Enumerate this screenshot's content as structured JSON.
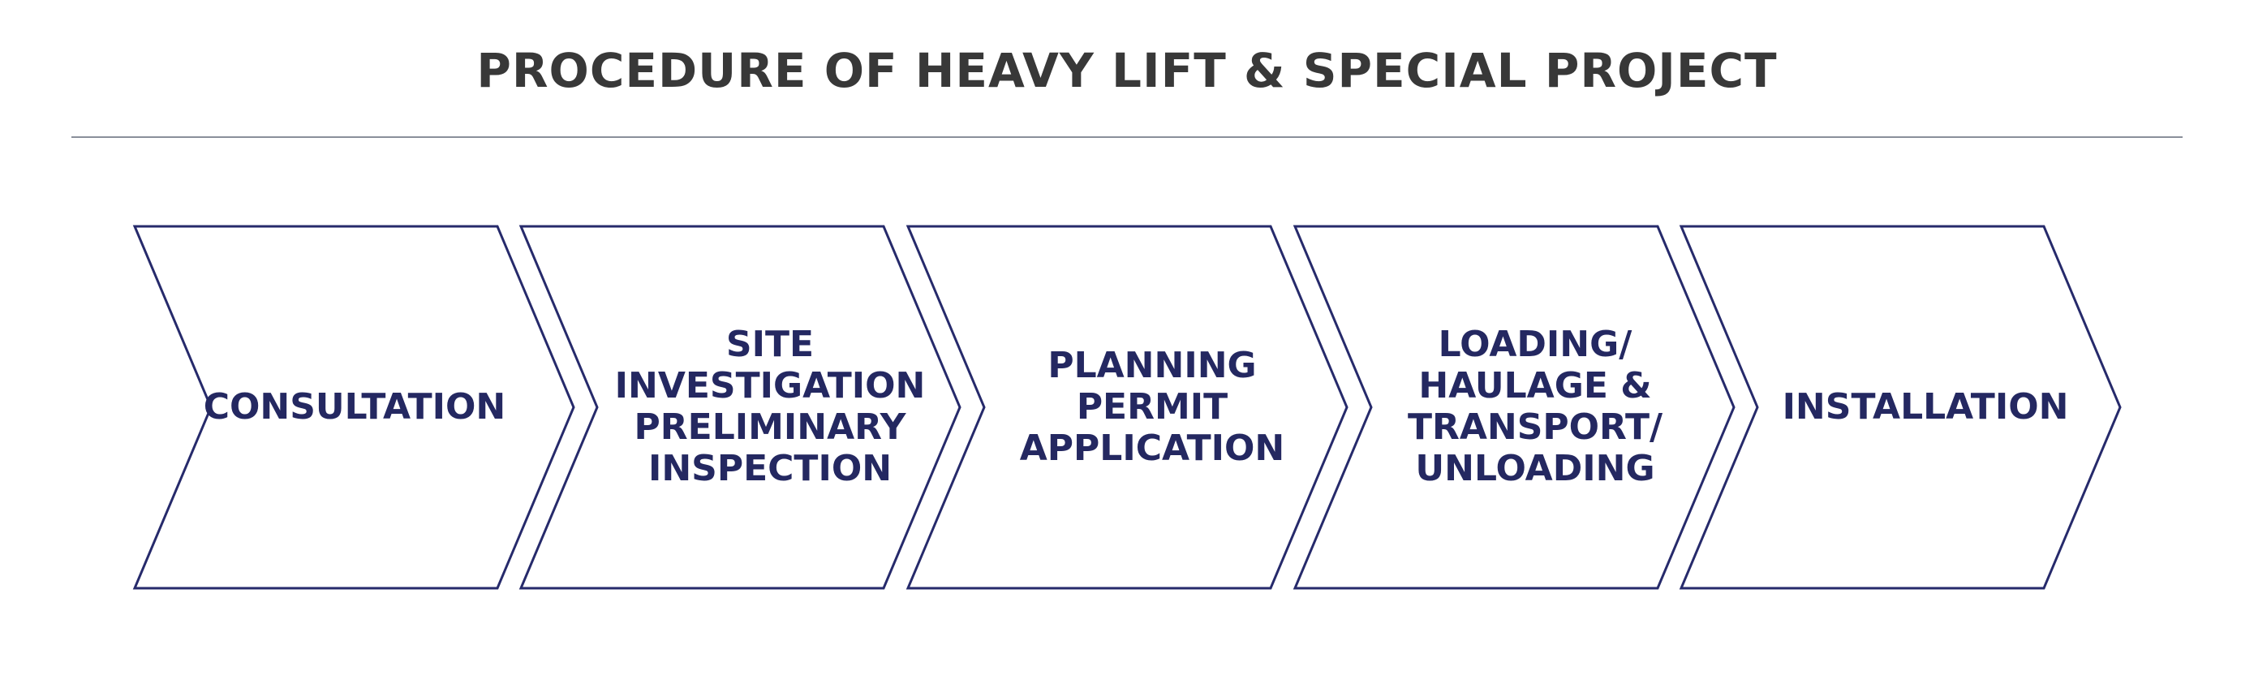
{
  "diagram": {
    "title": "PROCEDURE OF HEAVY LIFT & SPECIAL PROJECT",
    "colors": {
      "title": "#383838",
      "outline": "#262a6b",
      "label": "#242861",
      "divider": "#8a8f9a"
    },
    "steps": [
      {
        "label": "CONSULTATION"
      },
      {
        "label": "SITE\nINVESTIGATION\nPRELIMINARY\nINSPECTION"
      },
      {
        "label": "PLANNING\nPERMIT\nAPPLICATION"
      },
      {
        "label": "LOADING/\nHAULAGE &\nTRANSPORT/\nUNLOADING"
      },
      {
        "label": "INSTALLATION"
      }
    ]
  }
}
